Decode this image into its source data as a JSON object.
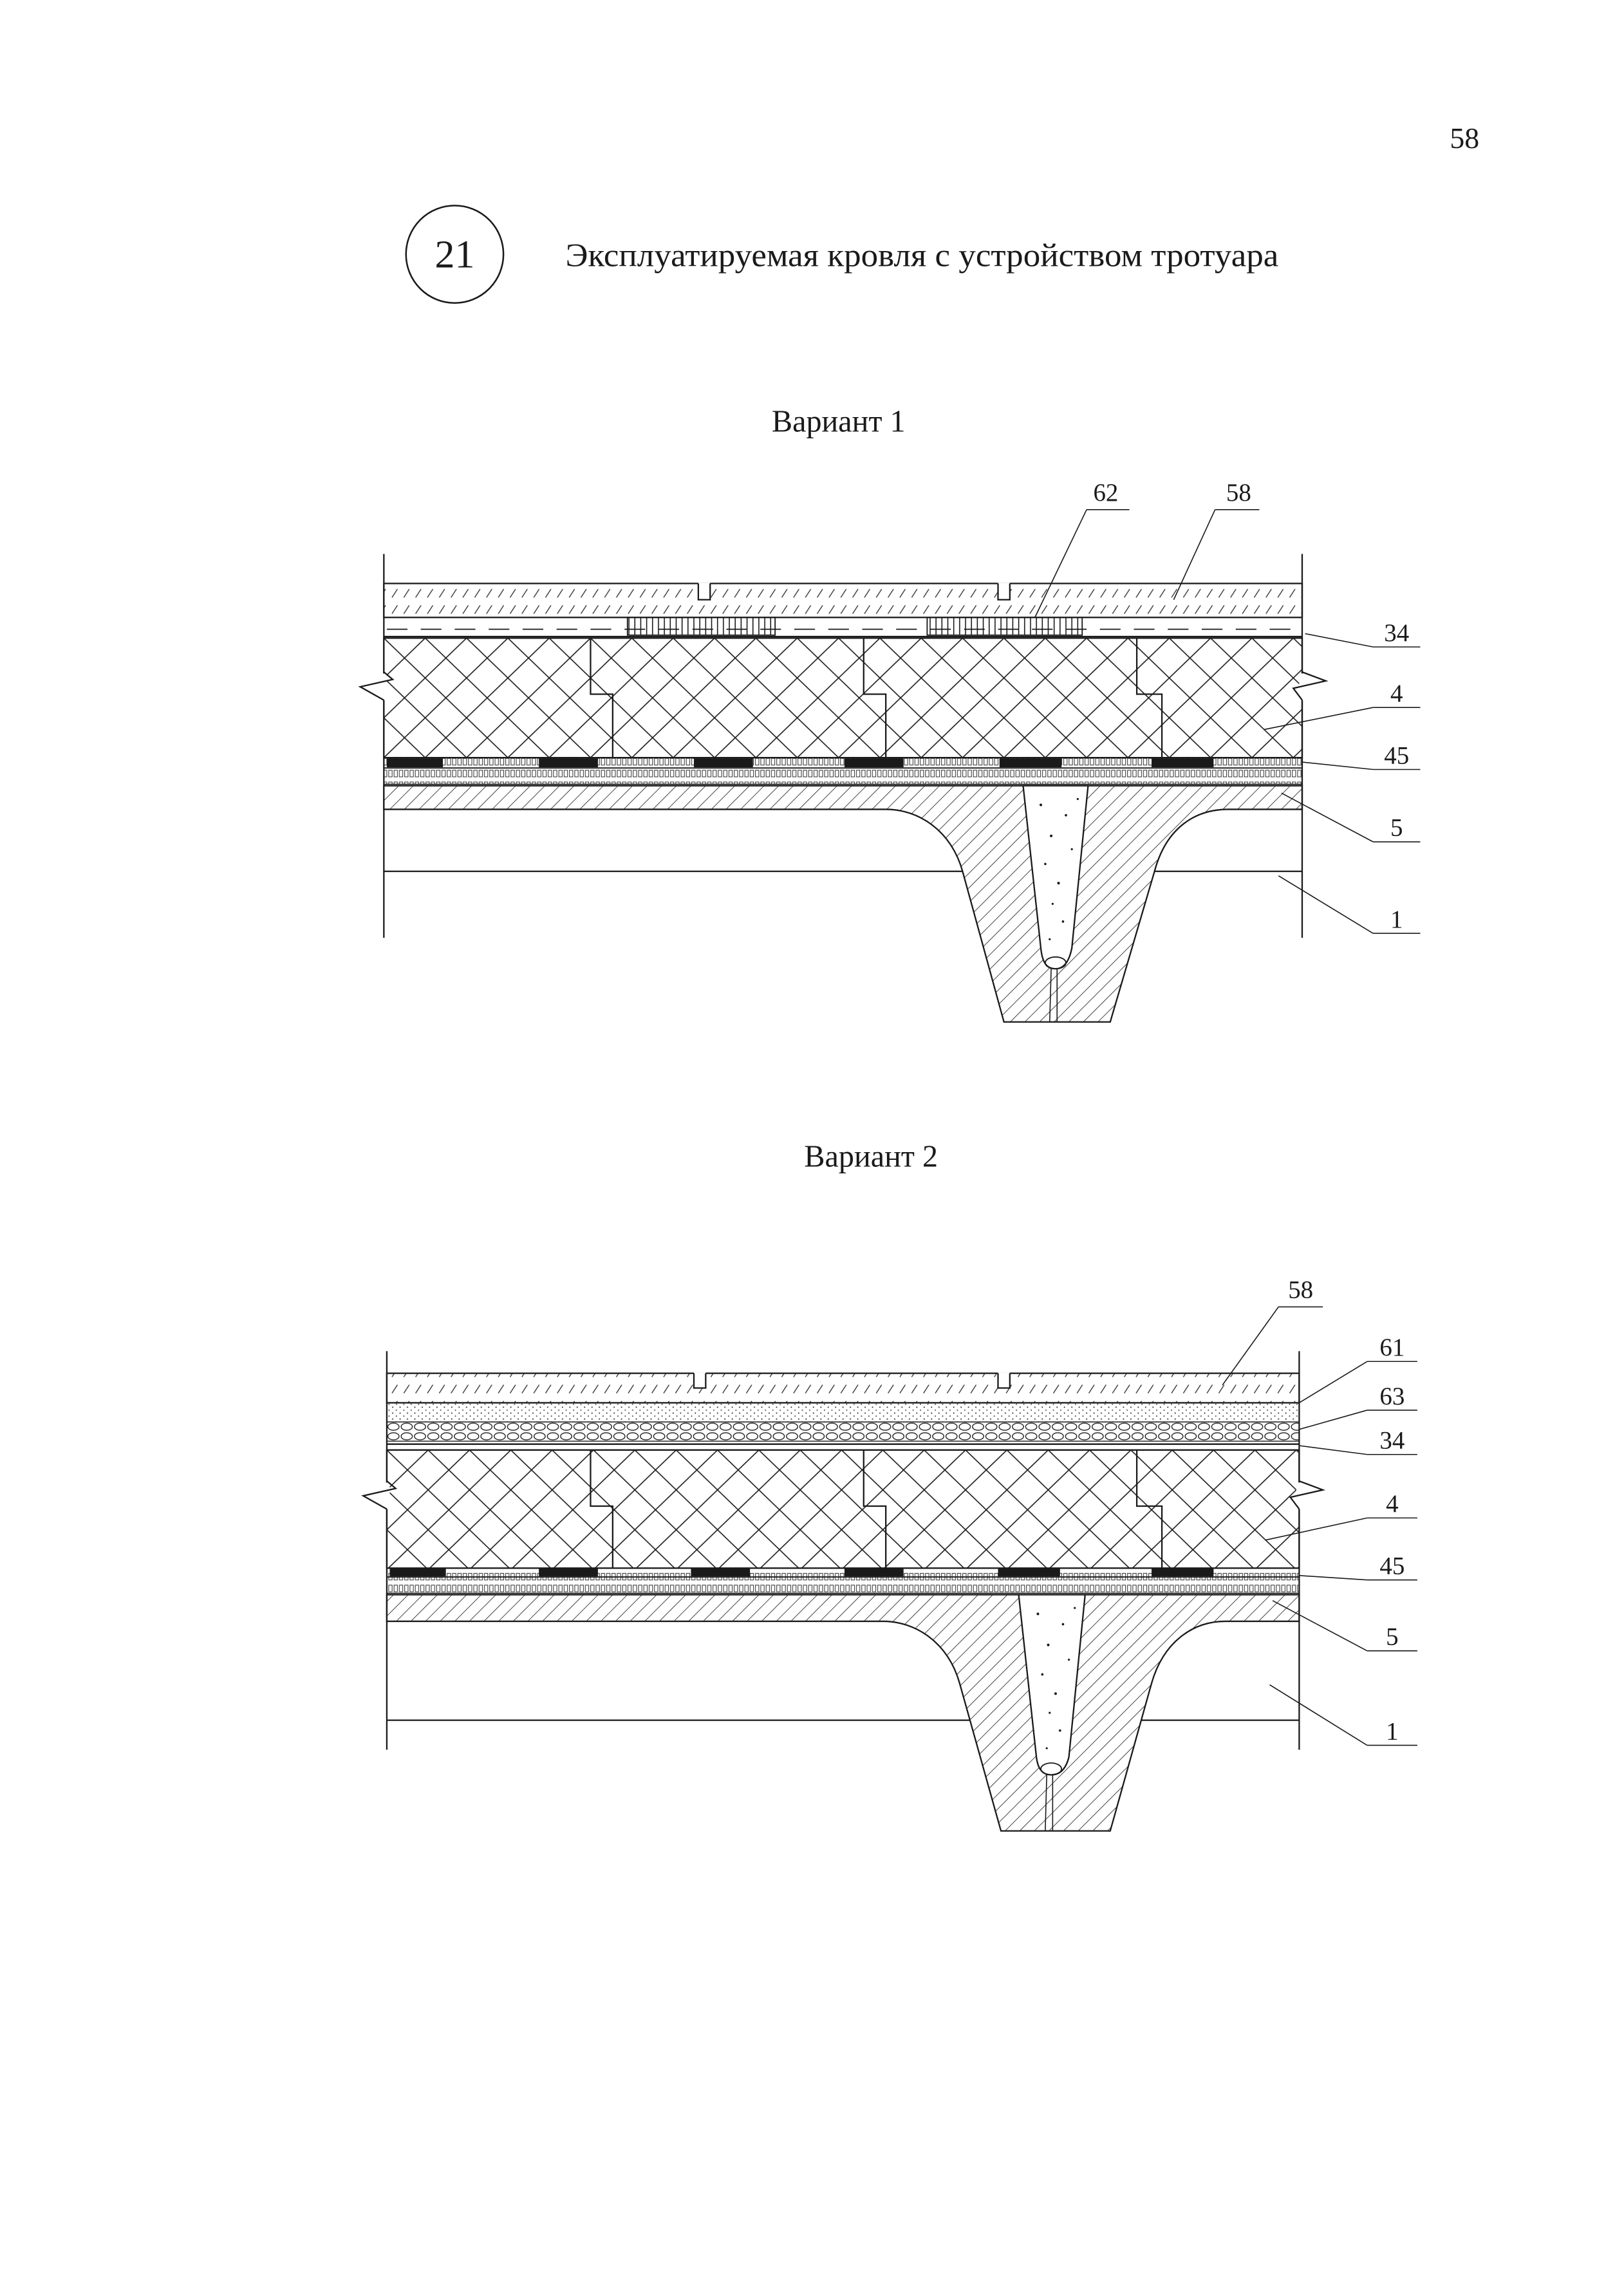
{
  "page_number": "58",
  "section": {
    "number": "21",
    "title": "Эксплуатируемая кровля с устройством тротуара"
  },
  "variants": [
    {
      "title": "Вариант 1",
      "callouts": [
        "62",
        "58",
        "34",
        "4",
        "45",
        "5",
        "1"
      ]
    },
    {
      "title": "Вариант 2",
      "callouts": [
        "58",
        "61",
        "63",
        "34",
        "4",
        "45",
        "5",
        "1"
      ]
    }
  ],
  "colors": {
    "ink": "#1a1a1a",
    "paper": "#ffffff"
  }
}
